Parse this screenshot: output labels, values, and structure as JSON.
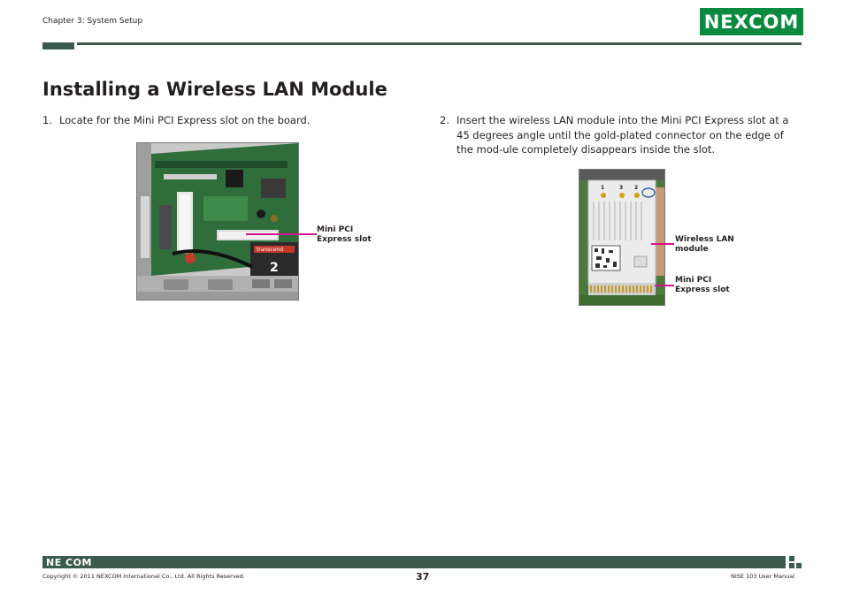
{
  "header": {
    "chapter": "Chapter 3: System Setup",
    "logo": "NEXCOM",
    "brand_color": "#0a8a3e",
    "bar_color": "#3d5a4e"
  },
  "title": "Installing a Wireless LAN Module",
  "steps": [
    {
      "number": "1.",
      "text": "Locate for the Mini PCI Express slot on the board."
    },
    {
      "number": "2.",
      "text": "Insert the wireless LAN module into the Mini PCI Express slot at a 45 degrees angle until the gold-plated connector on the edge of the mod-ule completely disappears inside the slot."
    }
  ],
  "figure1": {
    "callouts": [
      {
        "line1": "Mini PCI",
        "line2": "Express slot"
      }
    ]
  },
  "figure2": {
    "callouts": [
      {
        "line1": "Wireless LAN",
        "line2": "module"
      },
      {
        "line1": "Mini PCI",
        "line2": "Express slot"
      }
    ],
    "chip_marks": [
      "1",
      "3",
      "2"
    ]
  },
  "callout_color": "#d4148c",
  "footer": {
    "logo": "NE COM",
    "copyright": "Copyright © 2011 NEXCOM International Co., Ltd. All Rights Reserved.",
    "page_number": "37",
    "manual": "NISE 103 User Manual"
  }
}
